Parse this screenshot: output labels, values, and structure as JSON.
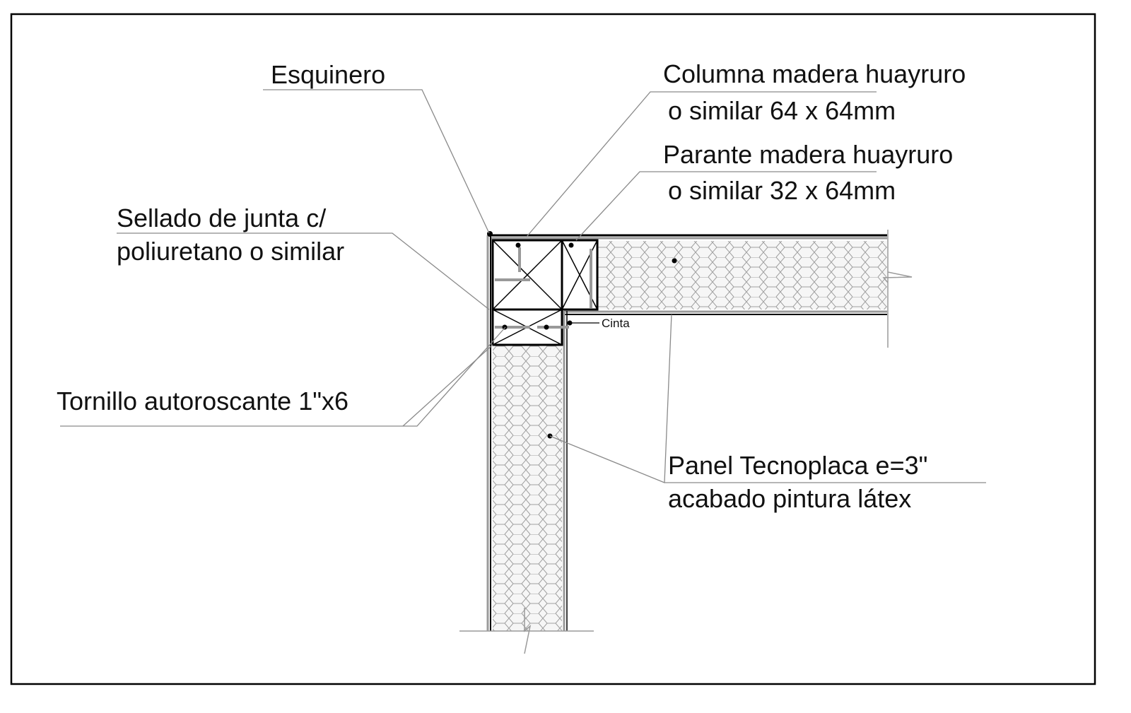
{
  "labels": {
    "esquinero": "Esquinero",
    "columna_l1": "Columna madera huayruro",
    "columna_l2": "o similar 64 x 64mm",
    "parante_l1": "Parante madera huayruro",
    "parante_l2": "o similar 32 x 64mm",
    "sellado_l1": "Sellado de junta c/",
    "sellado_l2": "poliuretano o similar",
    "cinta": "Cinta",
    "tornillo": "Tornillo autoroscante 1\"x6",
    "panel_l1": "Panel Tecnoplaca e=3\"",
    "panel_l2": "acabado pintura látex"
  },
  "colors": {
    "line": "#000000",
    "leader": "#8a8a8a",
    "hatch": "#9a9a9a"
  }
}
